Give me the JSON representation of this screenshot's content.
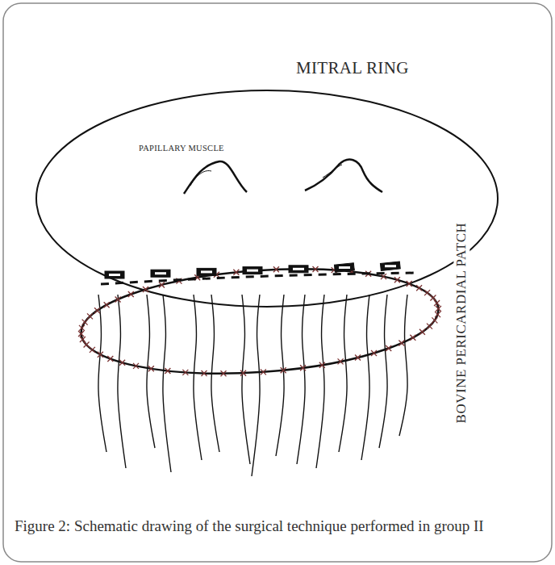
{
  "diagram": {
    "caption": "Figure 2: Schematic drawing of the surgical technique performed in group II",
    "labels": [
      "MITRAL RING",
      "PAPILLARY MUSCLE",
      "BOVINE PERICARDIAL PATCH"
    ]
  }
}
